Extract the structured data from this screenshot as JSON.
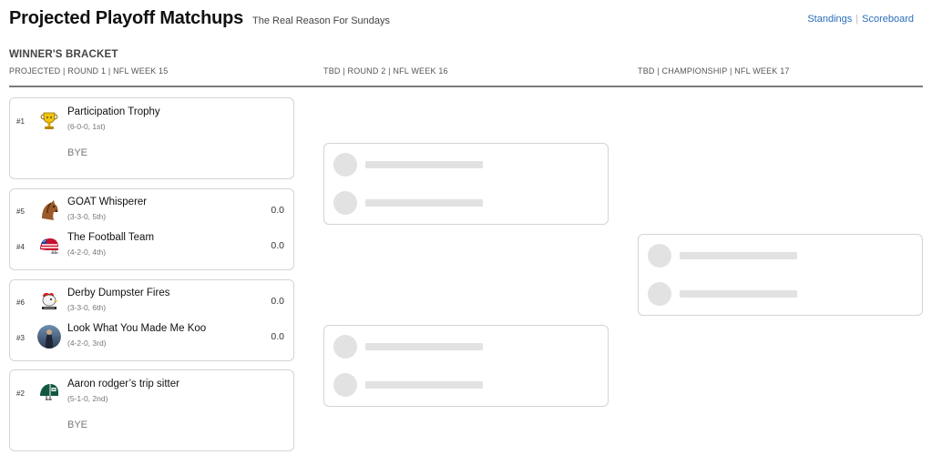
{
  "header": {
    "title": "Projected Playoff Matchups",
    "subtitle": "The Real Reason For Sundays",
    "links": [
      "Standings",
      "Scoreboard"
    ],
    "link_separator": "|"
  },
  "bracket": {
    "label": "WINNER'S BRACKET",
    "rounds": [
      "PROJECTED | ROUND 1 | NFL WEEK 15",
      "TBD | ROUND 2 | NFL WEEK 16",
      "TBD | CHAMPIONSHIP | NFL WEEK 17"
    ]
  },
  "round1": [
    {
      "team": {
        "seed": "#1",
        "name": "Participation Trophy",
        "record": "(6-0-0, 1st)",
        "logo": "trophy-icon"
      },
      "bye": "BYE"
    },
    {
      "teams": [
        {
          "seed": "#5",
          "name": "GOAT Whisperer",
          "record": "(3-3-0, 5th)",
          "score": "0.0",
          "logo": "horse-icon"
        },
        {
          "seed": "#4",
          "name": "The Football Team",
          "record": "(4-2-0, 4th)",
          "score": "0.0",
          "logo": "flag-helmet-icon"
        }
      ]
    },
    {
      "teams": [
        {
          "seed": "#6",
          "name": "Derby Dumpster Fires",
          "record": "(3-3-0, 6th)",
          "score": "0.0",
          "logo": "rooster-icon"
        },
        {
          "seed": "#3",
          "name": "Look What You Made Me Koo",
          "record": "(4-2-0, 3rd)",
          "score": "0.0",
          "logo": "photo-avatar-icon"
        }
      ]
    },
    {
      "team": {
        "seed": "#2",
        "name": "Aaron rodger’s trip sitter",
        "record": "(5-1-0, 2nd)",
        "logo": "green-helmet-icon"
      },
      "bye": "BYE"
    }
  ],
  "colors": {
    "link": "#2a6ebb",
    "placeholder": "#e2e2e2",
    "card_border": "#d4d4d4",
    "rule": "#7a7a7a"
  }
}
